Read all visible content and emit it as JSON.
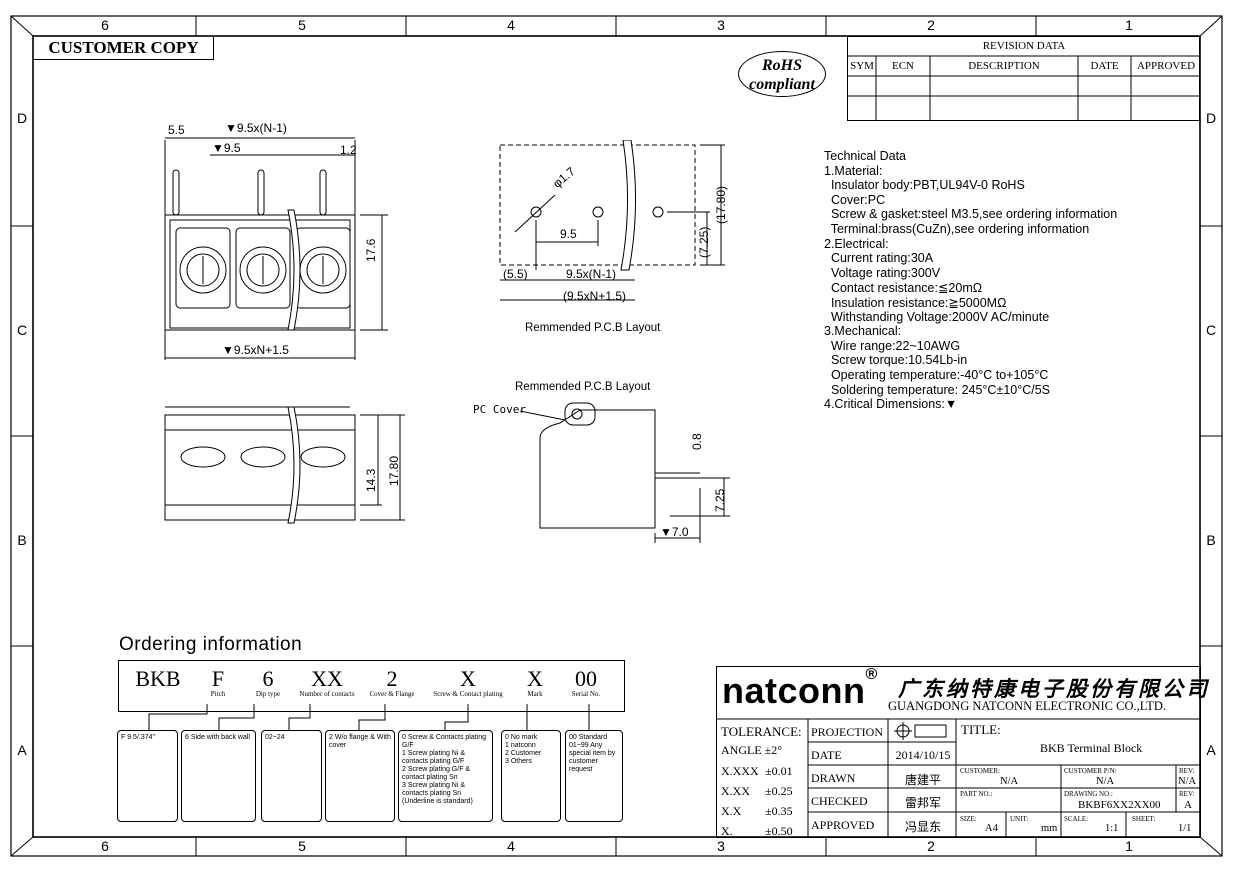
{
  "frame": {
    "zones_top": [
      "6",
      "5",
      "4",
      "3",
      "2",
      "1"
    ],
    "zones_side": [
      "D",
      "C",
      "B",
      "A"
    ]
  },
  "header": {
    "customer_copy": "CUSTOMER COPY",
    "rohs_line1": "RoHS",
    "rohs_line2": "compliant"
  },
  "revision": {
    "title": "REVISION DATA",
    "cols": [
      "SYM",
      "ECN",
      "DESCRIPTION",
      "DATE",
      "APPROVED"
    ]
  },
  "technical": {
    "lines": [
      "Technical Data",
      "1.Material:",
      "  Insulator body:PBT,UL94V-0 RoHS",
      "  Cover:PC",
      "  Screw & gasket:steel M3.5,see ordering information",
      "  Terminal:brass(CuZn),see ordering information",
      "2.Electrical:",
      "  Current rating:30A",
      "  Voltage rating:300V",
      "  Contact resistance:≦20mΩ",
      "  Insulation resistance:≧5000MΩ",
      "  Withstanding Voltage:2000V AC/minute",
      "3.Mechanical:",
      "  Wire range:22~10AWG",
      "  Screw torque:10.54Lb-in",
      "  Operating temperature:-40°C to+105°C",
      "  Soldering temperature: 245°C±10°C/5S",
      "4.Critical Dimensions:▼"
    ]
  },
  "dims": {
    "d55": "5.5",
    "d95n1": "▼9.5x(N-1)",
    "d95": "▼9.5",
    "d12": "1.2",
    "d176": "17.6",
    "d95n15": "▼9.5xN+1.5",
    "d143": "14.3",
    "d1780": "17.80",
    "p_phi": "φ1.7",
    "p_95": "9.5",
    "p_55": "(5.5)",
    "p_95n1": "9.5x(N-1)",
    "p_95n15": "(9.5xN+1.5)",
    "p_725": "(7.25)",
    "p_1780": "(17.80)",
    "s_08": "0.8",
    "s_725": "7.25",
    "s_70": "▼7.0",
    "pc_cover": "PC Cover"
  },
  "captions": {
    "pcb1": "Remmended P.C.B Layout",
    "pcb2": "Remmended P.C.B Layout"
  },
  "ordering": {
    "title": "Ordering information",
    "codes": [
      "BKB",
      "F",
      "6",
      "XX",
      "2",
      "X",
      "X",
      "00"
    ],
    "labels": [
      "",
      "Pitch",
      "Dip type",
      "Number of contacts",
      "Cover & Flange",
      "Screw & Contact plating",
      "Mark",
      "Serial No."
    ],
    "options": [
      "F 9.5/.374\"",
      "6 Side with back wall",
      "02~24",
      "2 W/o flange & With cover",
      "0 Screw & Contacts plating G/F\n1 Screw plating Ni & contacts plating G/F\n2 Screw plating G/F & contact plating Sn\n3 Screw plating Ni & contacts plating Sn\n(Underline is standard)",
      "0 No mark\n1 natconn\n2 Customer\n3 Others",
      "00 Standard\n01~99 Any special item by customer request"
    ]
  },
  "titleblock": {
    "brand": "natconn",
    "reg": "®",
    "cn_name": "广东纳特康电子股份有限公司",
    "en_name": "GUANGDONG NATCONN ELECTRONIC CO.,LTD.",
    "tolerance": "TOLERANCE:",
    "angle": "ANGLE ±2°",
    "tols": [
      [
        "X.XXX",
        "±0.01"
      ],
      [
        "X.XX",
        "±0.25"
      ],
      [
        "X.X",
        "±0.35"
      ],
      [
        "X.",
        "±0.50"
      ]
    ],
    "projection": "PROJECTION",
    "date_label": "DATE",
    "date": "2014/10/15",
    "drawn_label": "DRAWN",
    "drawn": "唐建平",
    "checked_label": "CHECKED",
    "checked": "雷邦军",
    "approved_label": "APPROVED",
    "approved": "冯显东",
    "title_label": "TITLE:",
    "title": "BKB Terminal Block",
    "customer_label": "CUSTOMER:",
    "customer": "N/A",
    "cust_pn_label": "CUSTOMER P/N:",
    "cust_pn": "N/A",
    "rev_label": "REV:",
    "rev1": "N/A",
    "part_label": "PART NO.:",
    "drawing_label": "DRAWING NO.:",
    "drawing": "BKBF6XX2XX00",
    "rev2": "A",
    "size_label": "SIZE:",
    "size": "A4",
    "unit_label": "UNIT:",
    "unit": "mm",
    "scale_label": "SCALE:",
    "scale": "1:1",
    "sheet_label": "SHEET:",
    "sheet": "1/1"
  }
}
